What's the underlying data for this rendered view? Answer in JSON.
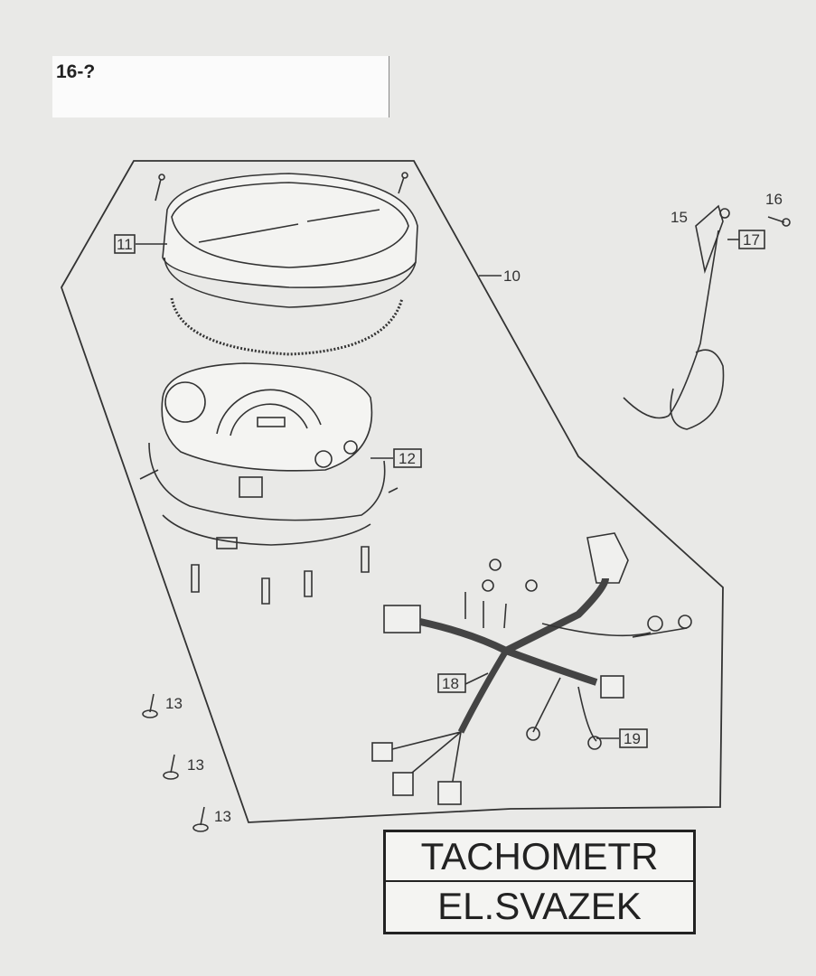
{
  "header": {
    "page_number": "16-?"
  },
  "title_box": {
    "line1": "TACHOMETR",
    "line2": "EL.SVAZEK"
  },
  "part_labels": {
    "p10": "10",
    "p11": "11",
    "p12": "12",
    "p13a": "13",
    "p13b": "13",
    "p13c": "13",
    "p15": "15",
    "p16": "16",
    "p17": "17",
    "p18": "18",
    "p19": "19"
  }
}
